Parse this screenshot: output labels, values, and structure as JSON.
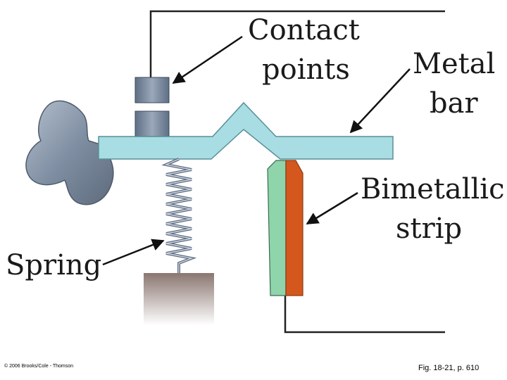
{
  "labels": {
    "contact_points": [
      "Contact",
      "points"
    ],
    "metal_bar": [
      "Metal",
      "bar"
    ],
    "bimetallic_strip": [
      "Bimetallic",
      "strip"
    ],
    "spring": "Spring"
  },
  "footer": {
    "copyright": "© 2006 Brooks/Cole - Thomson",
    "figure_ref": "Fig. 18-21, p. 610"
  },
  "colors": {
    "metal_bar": "#a7dde3",
    "contact_block": "#7a8a9e",
    "strip_green": "#8fd4ab",
    "strip_orange": "#d4581e",
    "knob": "#8a98ab",
    "base": "#9d8a84",
    "wire": "#222222"
  }
}
